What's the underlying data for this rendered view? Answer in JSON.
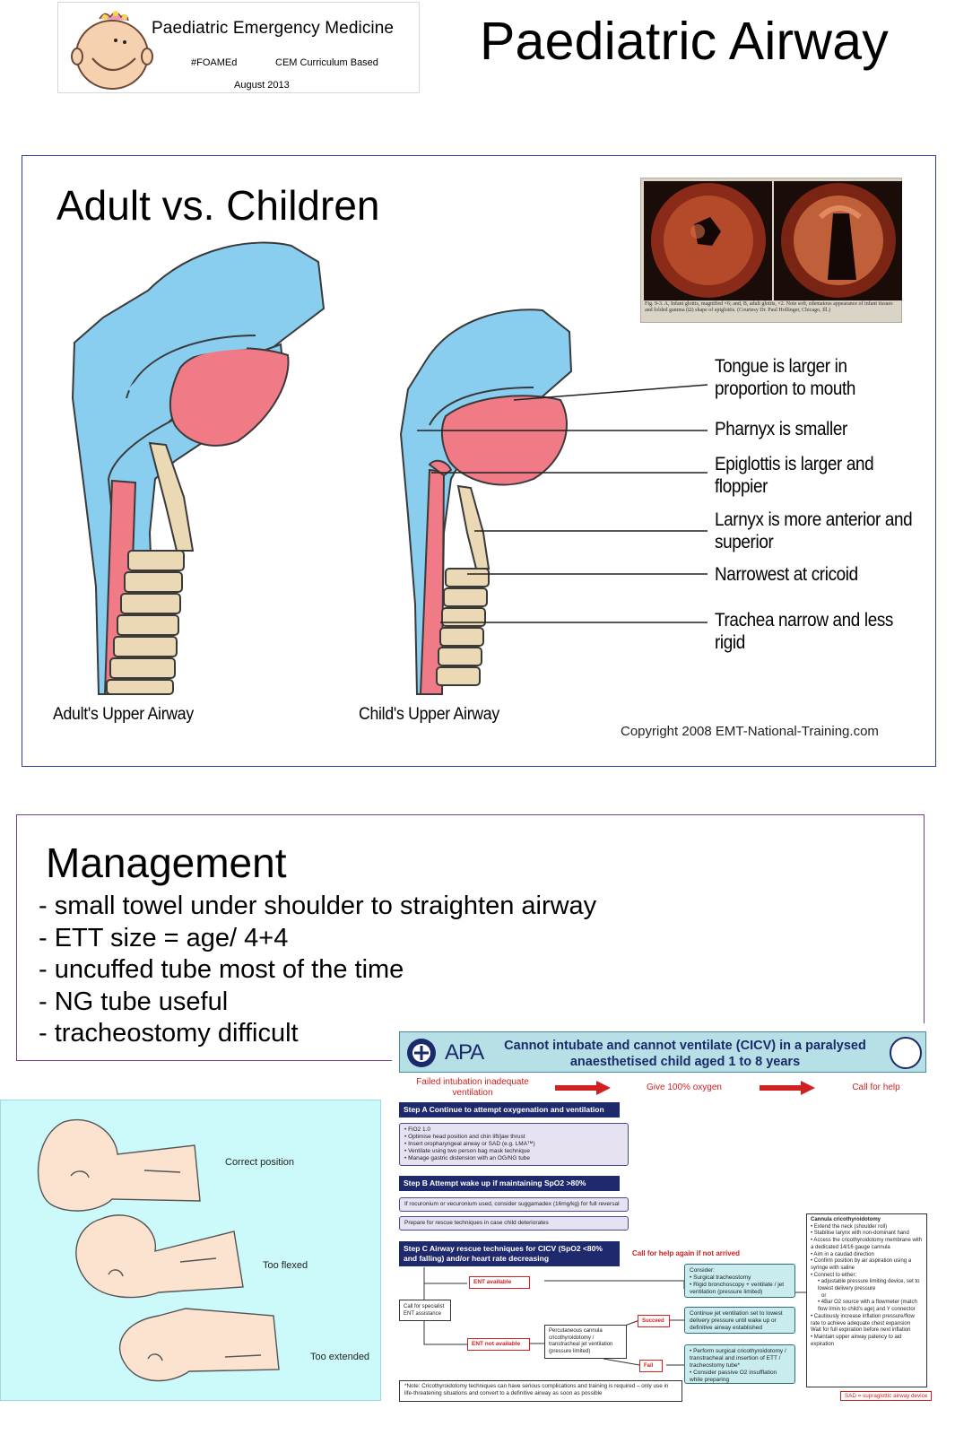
{
  "header": {
    "logo_title": "Paediatric Emergency Medicine",
    "logo_tag": "#FOAMEd",
    "logo_curriculum": "CEM Curriculum Based",
    "logo_date": "August 2013",
    "page_title": "Paediatric Airway"
  },
  "comparison": {
    "title": "Adult vs. Children",
    "adult_label": "Adult's Upper Airway",
    "child_label": "Child's Upper Airway",
    "features": [
      "Tongue is larger in proportion to mouth",
      "Pharnyx is smaller",
      "Epiglottis is larger and floppier",
      "Larnyx is more anterior and superior",
      "Narrowest at cricoid",
      "Trachea narrow and less rigid"
    ],
    "copyright": "Copyright 2008 EMT-National-Training.com",
    "photo_caption": "Fig. 9-3. A, Infant glottis, magnified ×6; and, B, adult glottis, ×2. Note soft, edematous appearance of infant tissues and folded gamma (Ω) shape of epiglottis. (Courtesy Dr. Paul Hollinger, Chicago, Ill.)"
  },
  "management": {
    "title": "Management",
    "items": [
      "- small towel under shoulder to straighten airway",
      "- ETT size = age/ 4+4",
      "- uncuffed tube most of the time",
      "- NG tube useful",
      "- tracheostomy difficult"
    ]
  },
  "positioning": {
    "labels": [
      "Correct position",
      "Too flexed",
      "Too extended"
    ],
    "colors": {
      "panel": "#ccfafa",
      "skin": "#fbe3d0"
    }
  },
  "apa": {
    "logo": "APA",
    "title": "Cannot intubate and cannot ventilate (CICV) in a paralysed anaesthetised child aged 1 to 8 years",
    "flow_top": [
      "Failed intubation inadequate ventilation",
      "Give 100% oxygen",
      "Call for help"
    ],
    "step_a": "Step A Continue to attempt oxygenation and ventilation",
    "step_a_items": [
      "• FiO2 1.0",
      "• Optimise head position and chin lift/jaw thrust",
      "• Insert oropharyngeal airway or SAD (e.g. LMA™)",
      "• Ventilate using two person bag mask technique",
      "• Manage gastric distension with an OG/NG tube"
    ],
    "step_b": "Step B Attempt wake up if maintaining SpO2 >80%",
    "step_b_box1": "If rocuronium or vecuronium used, consider suggamadex (16mg/kg) for full reversal",
    "step_b_box2": "Prepare for rescue techniques in case child deteriorates",
    "step_c": "Step C Airway rescue techniques for CICV (SpO2 <80% and falling) and/or heart rate decreasing",
    "call_again": "Call for help again if not arrived",
    "call_specialist": "Call for specialist ENT assistance",
    "ent_available": "ENT available",
    "ent_not_available": "ENT not available",
    "percutaneous": "Percutaneous cannula cricothyroidotomy / transtracheal jet ventilation (pressure limited)",
    "succeed": "Succeed",
    "fail": "Fail",
    "consider_title": "Consider:",
    "consider_items": [
      "• Surgical tracheostomy",
      "• Rigid bronchoscopy + ventilate / jet ventilation (pressure limited)"
    ],
    "continue_jet": "Continue jet ventilation set to lowest delivery pressure until wake up or definitive airway established",
    "perform_surgical": [
      "• Perform surgical cricothyroidotomy / transtracheal and insertion of ETT / tracheostomy tube*",
      "• Consider passive O2 insufflation while preparing"
    ],
    "cannula_title": "Cannula cricothyroidotomy",
    "cannula_items": [
      "• Extend the neck (shoulder roll)",
      "• Stabilise larynx with non-dominant hand",
      "• Access the cricothyroidotomy membrane with a dedicated 14/16 gauge cannula",
      "• Aim in a caudad direction",
      "• Confirm position by air aspiration using a syringe with saline",
      "• Connect to either:",
      "    • adjustable pressure limiting device, set to lowest delivery pressure",
      "      or",
      "    • 4Bar O2 source with a flowmeter (match flow l/min to child's age) and Y connector",
      "• Cautiously increase inflation pressure/flow rate to achieve adequate chest expansion",
      "  Wait for full expiration before next inflation",
      "• Maintain upper airway patency to aid expiration"
    ],
    "note": "*Note: Cricothyroidotomy techniques can have serious complications and training is required – only use in life-threatening situations and convert to a definitive airway as soon as possible",
    "sad_note": "SAD = supraglottic airway device",
    "colors": {
      "header": "#b6e0e6",
      "navy": "#1f2a6e",
      "red": "#d02020",
      "teal": "#c9ecef",
      "lilac": "#e6e2f2"
    }
  },
  "colors": {
    "blue_tissue": "#89cdef",
    "pink_tissue": "#f07b86",
    "cartilage": "#ead9b4"
  }
}
